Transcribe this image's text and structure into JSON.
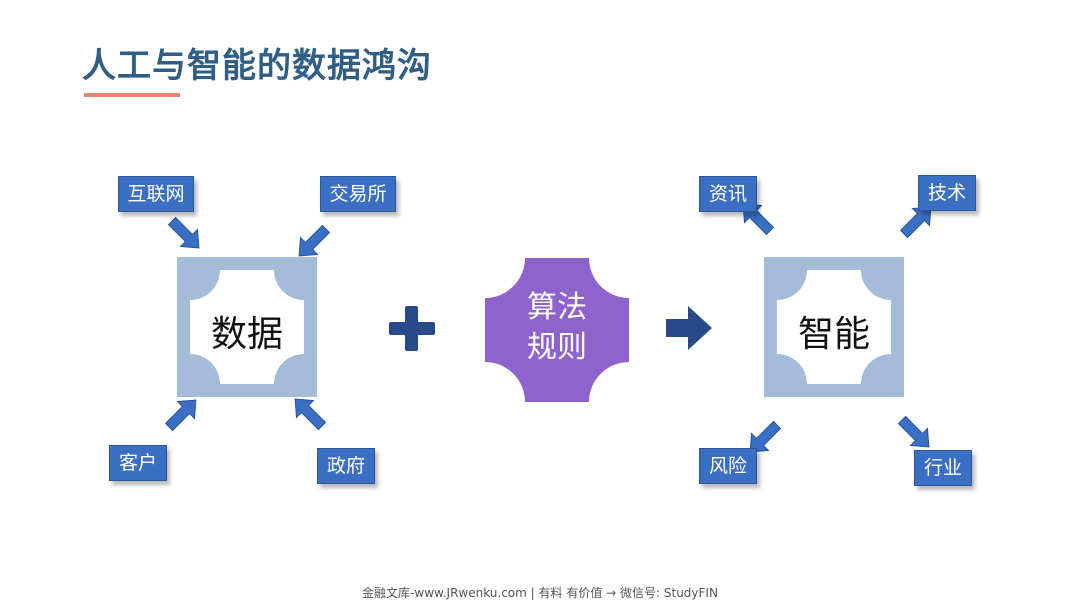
{
  "title": "人工与智能的数据鸿沟",
  "left": {
    "center": "数据",
    "inputs": [
      "互联网",
      "交易所",
      "客户",
      "政府"
    ]
  },
  "middle": {
    "line1": "算法",
    "line2": "规则"
  },
  "right": {
    "center": "智能",
    "outputs": [
      "资讯",
      "技术",
      "风险",
      "行业"
    ]
  },
  "footer": "金融文库-www.JRwenku.com | 有料 有价值 → 微信号: StudyFIN",
  "colors": {
    "title": "#2f5e86",
    "accent_rule": "#e08a6a",
    "tag_blue": "#3b6fc4",
    "frame": "#a4bcd8",
    "algo_purple": "#8f63cc",
    "operator": "#274a88"
  }
}
